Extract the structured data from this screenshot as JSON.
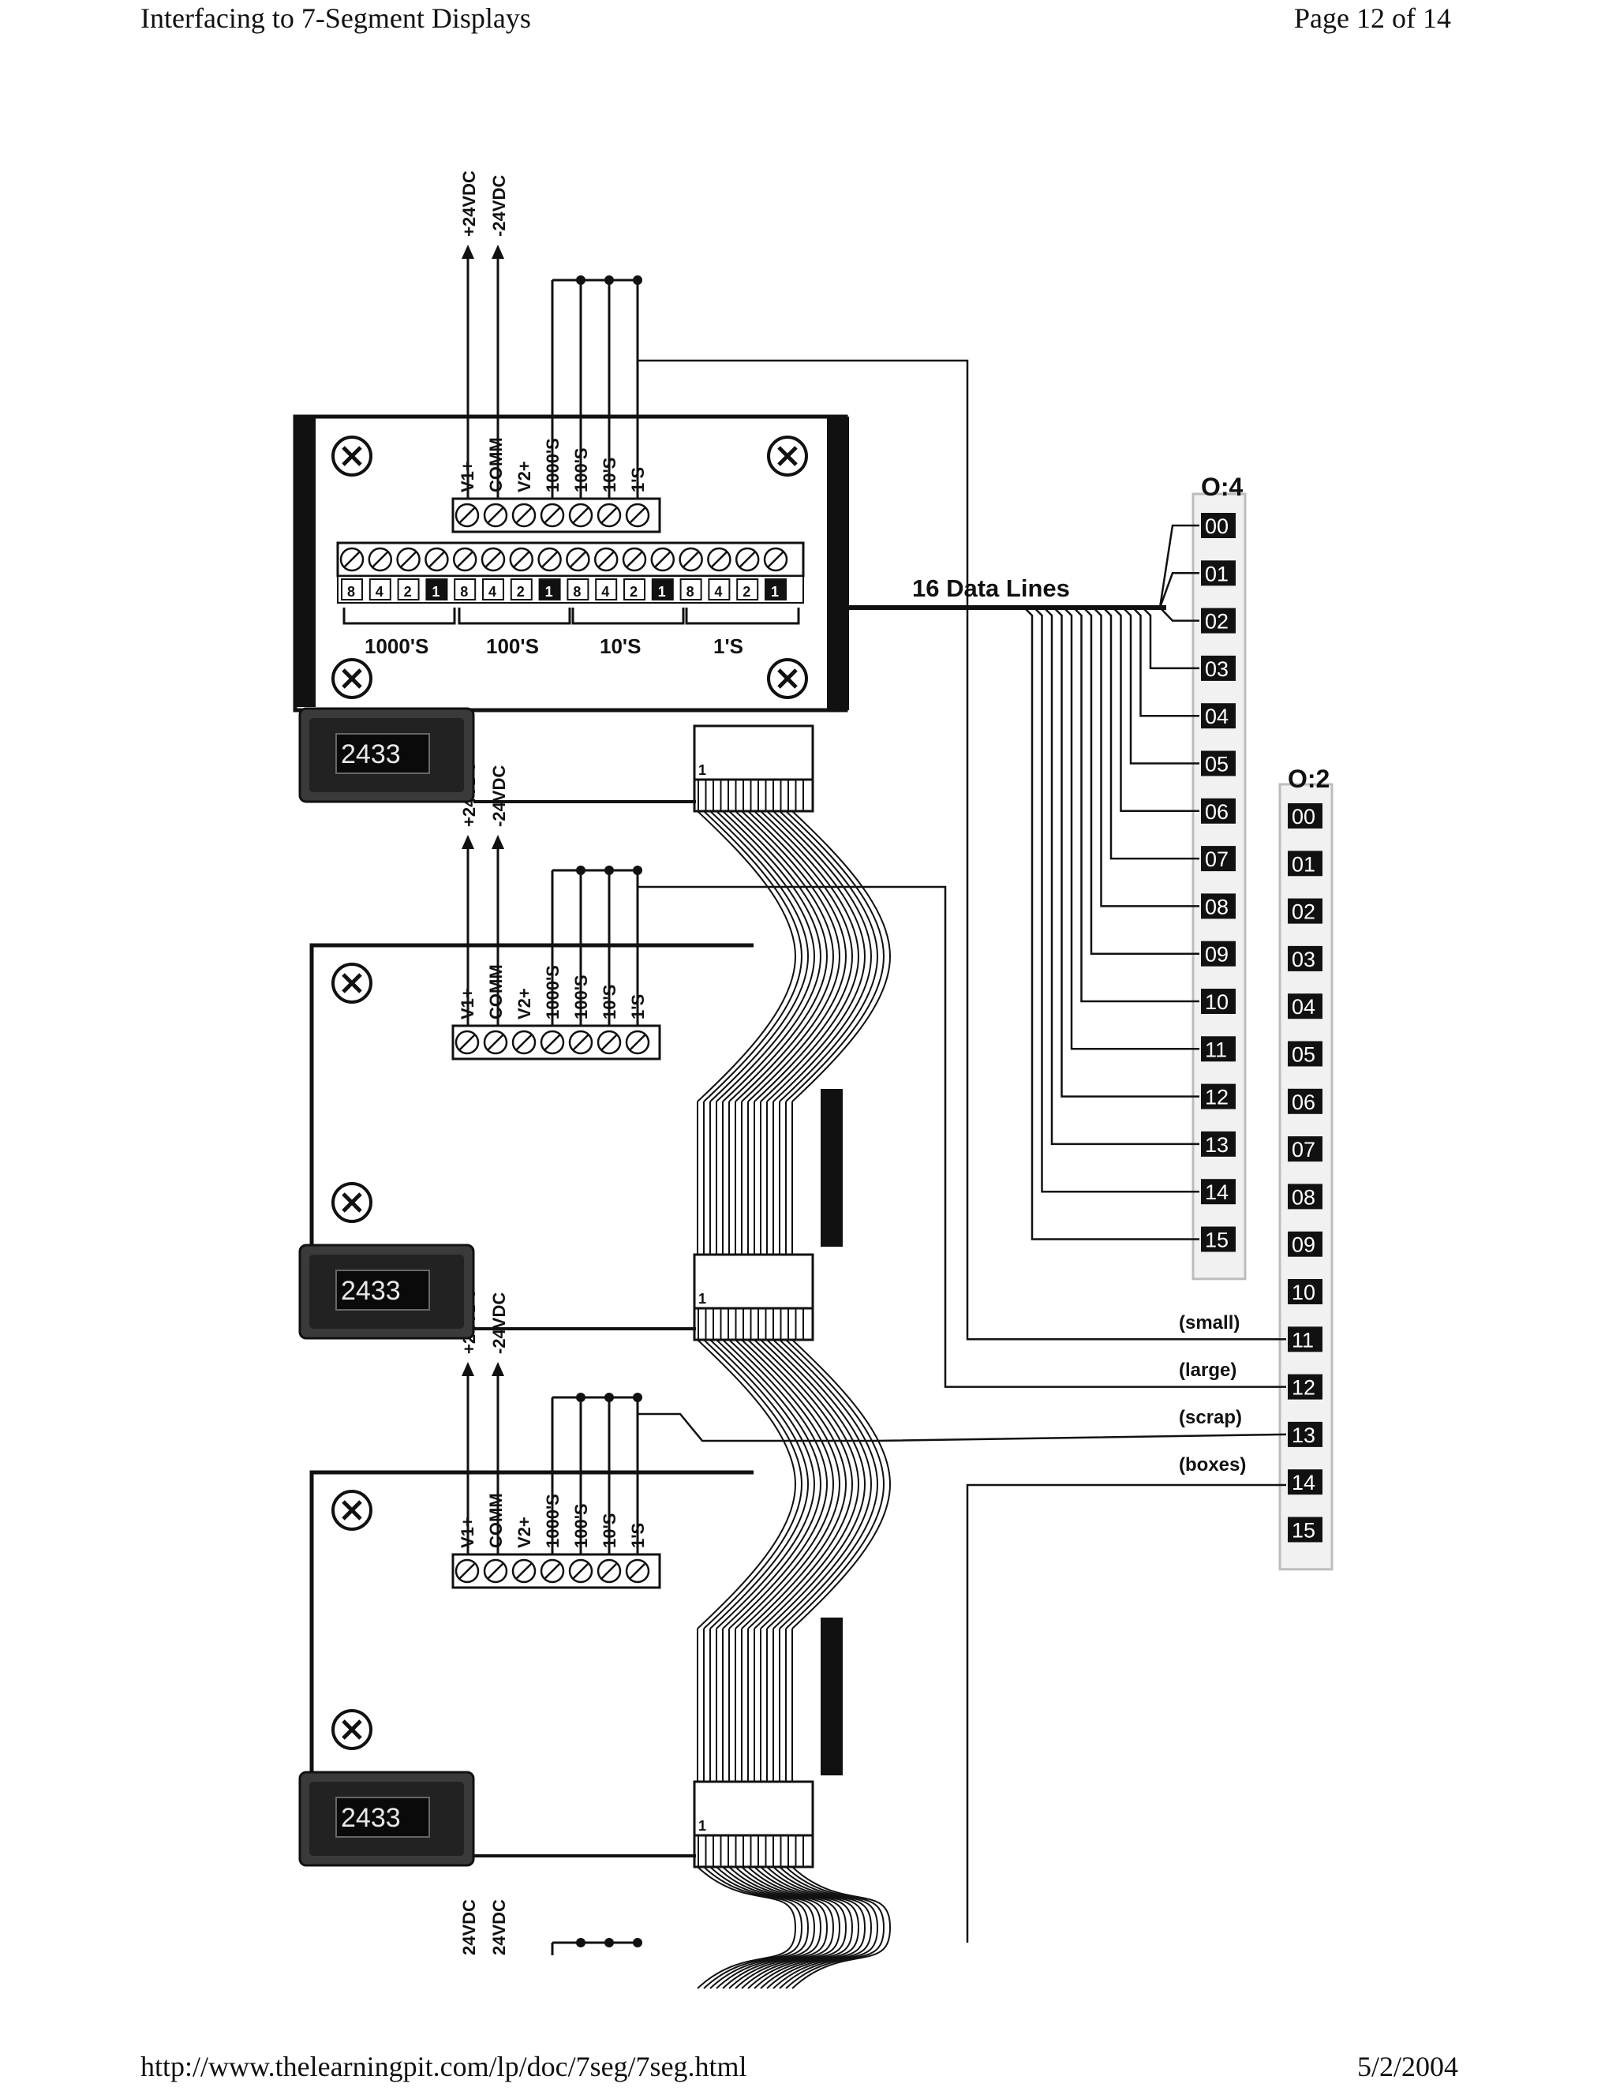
{
  "header": {
    "title": "Interfacing to 7-Segment Displays",
    "page": "Page 12 of 14"
  },
  "footer": {
    "url": "http://www.thelearningpit.com/lp/doc/7seg/7seg.html",
    "date": "5/2/2004"
  },
  "diagram": {
    "data_lines_label": "16 Data Lines",
    "power_labels": [
      "+24VDC",
      "-24VDC"
    ],
    "terminal_labels": [
      "V1+",
      "COMM",
      "V2+",
      "1000'S",
      "100'S",
      "10'S",
      "1'S"
    ],
    "digit_groups": [
      "1000'S",
      "100'S",
      "10'S",
      "1'S"
    ],
    "bcd_weights": [
      "8",
      "4",
      "2",
      "1"
    ],
    "display_reading": "2433",
    "connector_pin": "1",
    "rack_o4": {
      "label": "O:4",
      "bits": [
        "00",
        "01",
        "02",
        "03",
        "04",
        "05",
        "06",
        "07",
        "08",
        "09",
        "10",
        "11",
        "12",
        "13",
        "14",
        "15"
      ]
    },
    "rack_o2": {
      "label": "O:2",
      "bits": [
        "00",
        "01",
        "02",
        "03",
        "04",
        "05",
        "06",
        "07",
        "08",
        "09",
        "10",
        "11",
        "12",
        "13",
        "14",
        "15"
      ]
    },
    "select_labels": [
      {
        "bit": "11",
        "text": "(small)"
      },
      {
        "bit": "12",
        "text": "(large)"
      },
      {
        "bit": "13",
        "text": "(scrap)"
      },
      {
        "bit": "14",
        "text": "(boxes)"
      }
    ],
    "bottom_power_labels": [
      "24VDC",
      "24VDC"
    ]
  }
}
